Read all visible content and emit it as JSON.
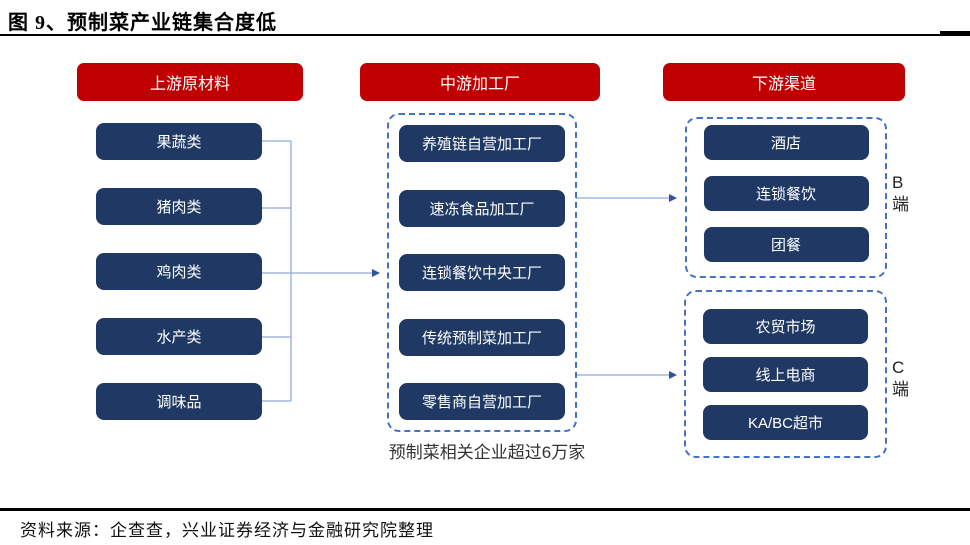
{
  "figure": {
    "title": "图 9、预制菜产业链集合度低",
    "source": "资料来源：企查查，兴业证券经济与金融研究院整理"
  },
  "diagram": {
    "upstream": {
      "header": "上游原材料",
      "items": [
        "果蔬类",
        "猪肉类",
        "鸡肉类",
        "水产类",
        "调味品"
      ]
    },
    "midstream": {
      "header": "中游加工厂",
      "items": [
        "养殖链自营加工厂",
        "速冻食品加工厂",
        "连锁餐饮中央工厂",
        "传统预制菜加工厂",
        "零售商自营加工厂"
      ],
      "caption": "预制菜相关企业超过6万家"
    },
    "downstream": {
      "header": "下游渠道",
      "b_group": {
        "label_lines": [
          "B",
          "端"
        ],
        "items": [
          "酒店",
          "连锁餐饮",
          "团餐"
        ]
      },
      "c_group": {
        "label_lines": [
          "C",
          "端"
        ],
        "items": [
          "农贸市场",
          "线上电商",
          "KA/BC超市"
        ]
      }
    },
    "colors": {
      "header_red": "#C00000",
      "node_navy": "#1F3864",
      "connector_light": "#8FAADC",
      "arrow_blue": "#2F5597",
      "dashed_border": "#4472C4"
    }
  }
}
